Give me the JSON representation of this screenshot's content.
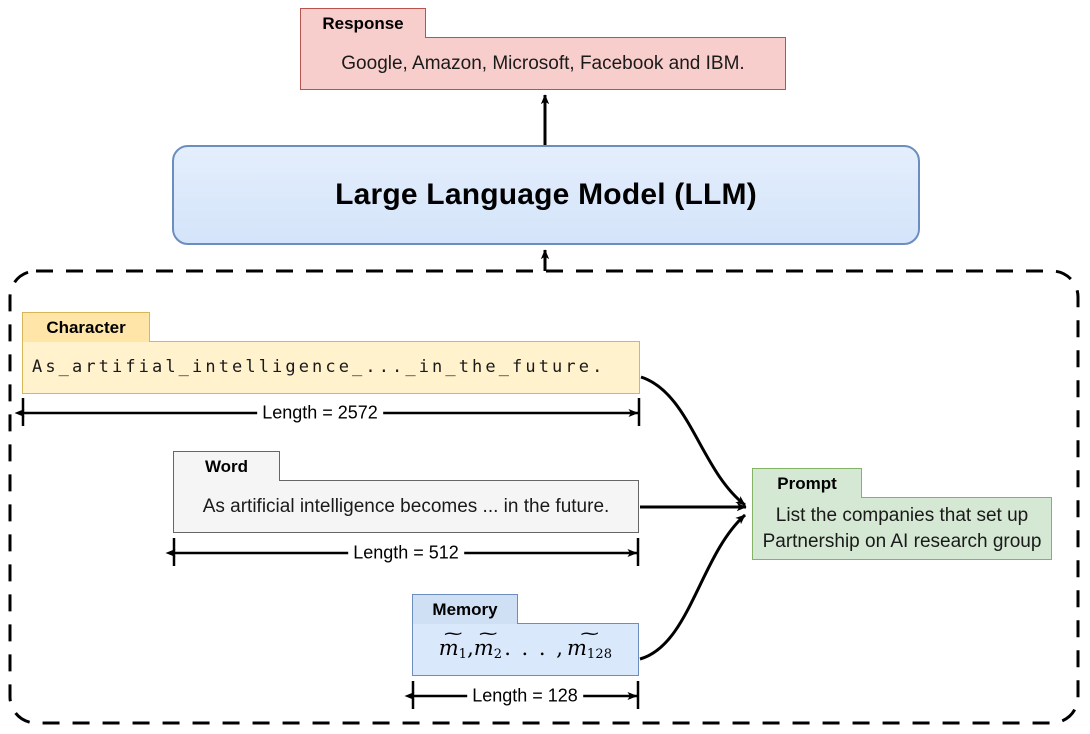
{
  "diagram": {
    "title": "LLM prompt construction from character, word and memory representations",
    "colors": {
      "response_fill": "#f8cecc",
      "response_border": "#b85450",
      "llm_fill": "#dae8fc",
      "llm_border": "#6c8ebf",
      "character_fill": "#fff2cc",
      "character_border": "#d6b656",
      "word_fill": "#f5f5f5",
      "word_border": "#666666",
      "memory_fill": "#dae8fc",
      "memory_border": "#6c8ebf",
      "prompt_fill": "#d5e8d4",
      "prompt_border": "#82b366",
      "edge": "#000000"
    }
  },
  "response": {
    "tab_label": "Response",
    "text": "Google, Amazon, Microsoft, Facebook and IBM."
  },
  "llm": {
    "label": "Large Language Model (LLM)"
  },
  "character": {
    "tab_label": "Character",
    "text": "As_artifial_intelligence_..._in_the_future.",
    "length_label": "Length = 2572",
    "length_value": 2572
  },
  "word": {
    "tab_label": "Word",
    "text": "As artificial intelligence becomes ... in the future.",
    "length_label": "Length = 512",
    "length_value": 512
  },
  "memory": {
    "tab_label": "Memory",
    "math": {
      "var": "m",
      "sub1": "1",
      "sub2": "2",
      "sub_last": "128",
      "tilde": "~",
      "dots": ". . . ,",
      "comma": ","
    },
    "length_label": "Length = 128",
    "length_value": 128
  },
  "prompt": {
    "tab_label": "Prompt",
    "line1": "List the companies that set up",
    "line2": "Partnership on AI research group"
  },
  "edges": {
    "character_to_prompt": "curved-arrow",
    "word_to_prompt": "straight-arrow",
    "memory_to_prompt": "curved-arrow",
    "group_to_llm": "up-arrow",
    "llm_to_response": "up-arrow"
  }
}
